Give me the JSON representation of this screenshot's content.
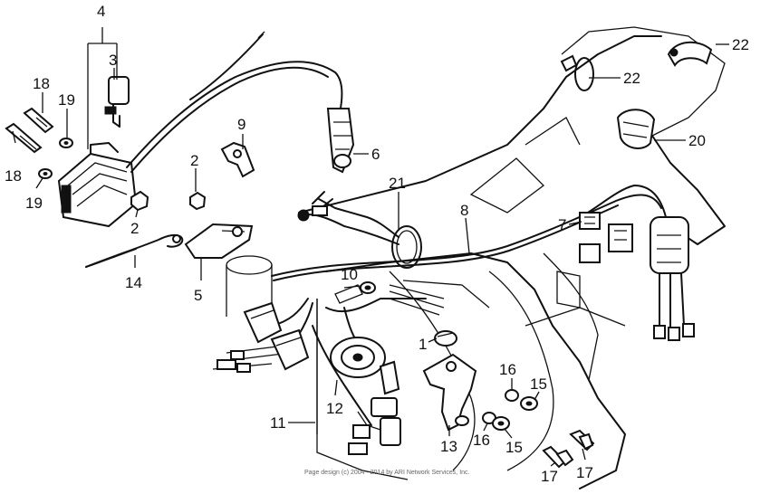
{
  "callouts": [
    {
      "id": "4"
    },
    {
      "id": "3"
    },
    {
      "id": "18"
    },
    {
      "id": "19"
    },
    {
      "id": "18"
    },
    {
      "id": "19"
    },
    {
      "id": "9"
    },
    {
      "id": "2"
    },
    {
      "id": "2"
    },
    {
      "id": "6"
    },
    {
      "id": "14"
    },
    {
      "id": "5"
    },
    {
      "id": "21"
    },
    {
      "id": "8"
    },
    {
      "id": "7"
    },
    {
      "id": "10"
    },
    {
      "id": "22"
    },
    {
      "id": "22"
    },
    {
      "id": "20"
    },
    {
      "id": "1"
    },
    {
      "id": "16"
    },
    {
      "id": "15"
    },
    {
      "id": "12"
    },
    {
      "id": "11"
    },
    {
      "id": "13"
    },
    {
      "id": "16"
    },
    {
      "id": "15"
    },
    {
      "id": "17"
    },
    {
      "id": "17"
    }
  ],
  "footer": "Page design (c) 2004 - 2014 by ARI Network Services, Inc."
}
